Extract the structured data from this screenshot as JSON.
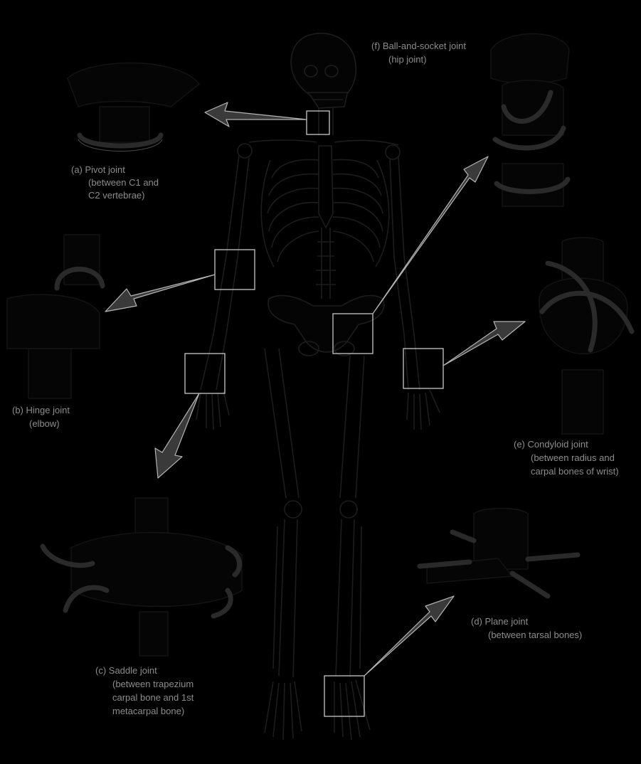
{
  "colors": {
    "background": "#000000",
    "label_text": "#8c8c8c",
    "frame": "#c8c8c8",
    "arrow_outline": "#b5b5b5"
  },
  "labels": {
    "pivot": [
      "(a) Pivot joint",
      "(between C1 and",
      "C2 vertebrae)"
    ],
    "hinge": [
      "(b) Hinge joint",
      "(elbow)"
    ],
    "saddle": [
      "(c) Saddle joint",
      "(between trapezium",
      "carpal bone and 1st",
      "metacarpal bone)"
    ],
    "plane": [
      "(d) Plane joint",
      "(between tarsal bones)"
    ],
    "condyloid": [
      "(e) Condyloid joint",
      "(between radius and",
      "carpal bones of wrist)"
    ],
    "ball": [
      "(f) Ball-and-socket joint",
      "(hip joint)"
    ]
  }
}
